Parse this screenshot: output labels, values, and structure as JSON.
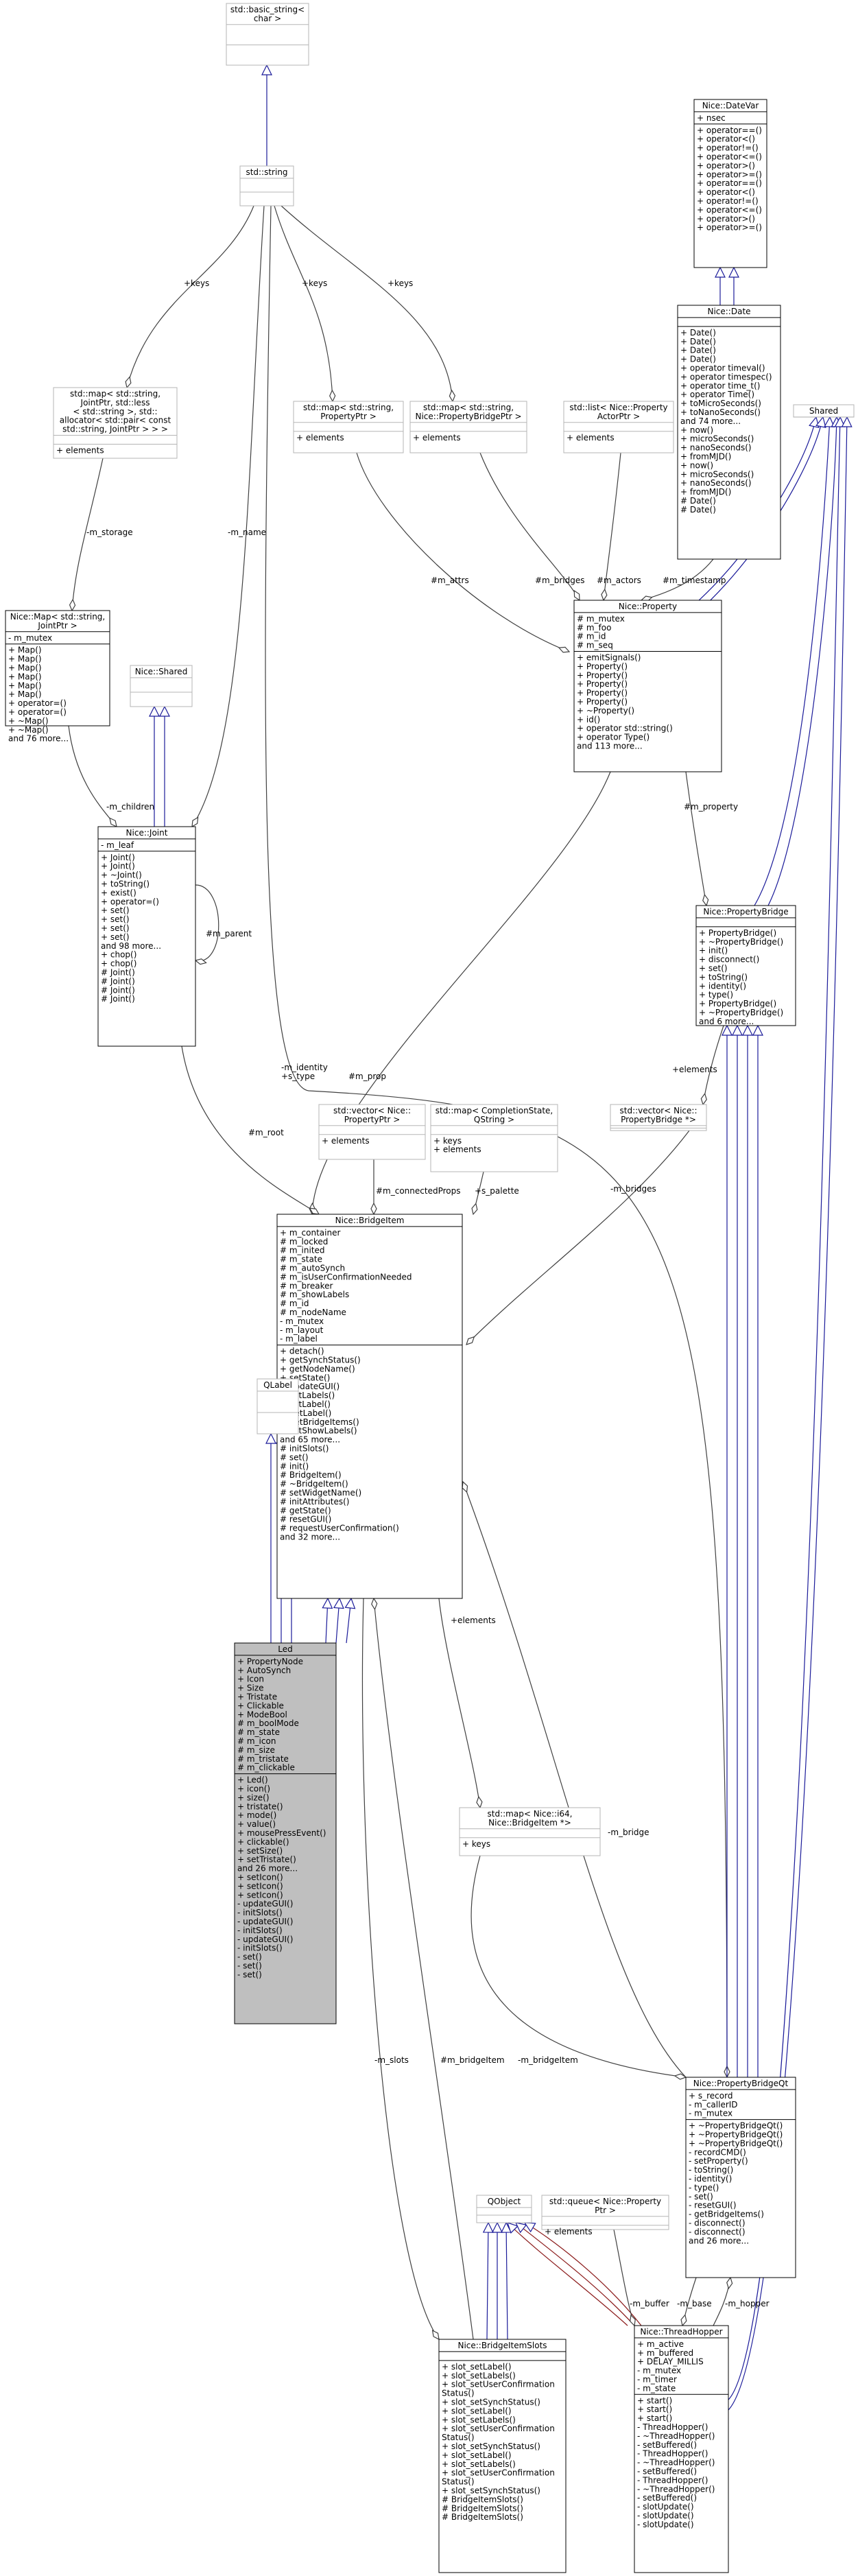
{
  "classes": {
    "basic_string": {
      "title": [
        "std::basic_string<",
        "char >"
      ],
      "attrs": [],
      "ops": []
    },
    "string": {
      "title": [
        "std::string"
      ],
      "attrs": [],
      "ops": []
    },
    "datevar": {
      "title": [
        "Nice::DateVar"
      ],
      "attrs": [
        "+ nsec"
      ],
      "ops": [
        "+ operator==()",
        "+ operator<()",
        "+ operator!=()",
        "+ operator<=()",
        "+ operator>()",
        "+ operator>=()",
        "+ operator==()",
        "+ operator<()",
        "+ operator!=()",
        "+ operator<=()",
        "+ operator>()",
        "+ operator>=()"
      ]
    },
    "date": {
      "title": [
        "Nice::Date"
      ],
      "attrs": [],
      "ops": [
        "+ Date()",
        "+ Date()",
        "+ Date()",
        "+ Date()",
        "+ operator timeval()",
        "+ operator timespec()",
        "+ operator time_t()",
        "+ operator Time()",
        "+ toMicroSeconds()",
        "+ toNanoSeconds()",
        "and 74 more...",
        "+ now()",
        "+ microSeconds()",
        "+ nanoSeconds()",
        "+ fromMJD()",
        "+ now()",
        "+ microSeconds()",
        "+ nanoSeconds()",
        "+ fromMJD()",
        "# Date()",
        "# Date()"
      ]
    },
    "shared_r": {
      "title": [
        "Shared"
      ],
      "attrs": [],
      "ops": []
    },
    "map_joint": {
      "title": [
        "std::map< std::string,",
        "JointPtr, std::less",
        "< std::string >, std::",
        "allocator< std::pair< const",
        "std::string, JointPtr > > >"
      ],
      "attrs": [],
      "ops": [
        "+ elements"
      ]
    },
    "map_prop": {
      "title": [
        "std::map< std::string,",
        "PropertyPtr >"
      ],
      "attrs": [],
      "ops": [
        "+ elements"
      ]
    },
    "map_bridge": {
      "title": [
        "std::map< std::string,",
        "Nice::PropertyBridgePtr >"
      ],
      "attrs": [],
      "ops": [
        "+ elements"
      ]
    },
    "list_actor": {
      "title": [
        "std::list< Nice::Property",
        "ActorPtr >"
      ],
      "attrs": [],
      "ops": [
        "+ elements"
      ]
    },
    "nicemap": {
      "title": [
        "Nice::Map< std::string,",
        "JointPtr >"
      ],
      "attrs": [
        "- m_mutex"
      ],
      "ops": [
        "+ Map()",
        "+ Map()",
        "+ Map()",
        "+ Map()",
        "+ Map()",
        "+ Map()",
        "+ operator=()",
        "+ operator=()",
        "+ ~Map()",
        "+ ~Map()",
        "and 76 more..."
      ]
    },
    "shared_l": {
      "title": [
        "Nice::Shared"
      ],
      "attrs": [],
      "ops": []
    },
    "property": {
      "title": [
        "Nice::Property"
      ],
      "attrs": [
        "# m_mutex",
        "# m_foo",
        "# m_id",
        "# m_seq"
      ],
      "ops": [
        "+ emitSignals()",
        "+ Property()",
        "+ Property()",
        "+ Property()",
        "+ Property()",
        "+ Property()",
        "+ ~Property()",
        "+ id()",
        "+ operator std::string()",
        "+ operator Type()",
        "and 113 more..."
      ]
    },
    "joint": {
      "title": [
        "Nice::Joint"
      ],
      "attrs": [
        "- m_leaf"
      ],
      "ops": [
        "+ Joint()",
        "+ Joint()",
        "+ ~Joint()",
        "+ toString()",
        "+ exist()",
        "+ operator=()",
        "+ set()",
        "+ set()",
        "+ set()",
        "+ set()",
        "and 98 more...",
        "+ chop()",
        "+ chop()",
        "# Joint()",
        "# Joint()",
        "# Joint()",
        "# Joint()"
      ]
    },
    "propbridge": {
      "title": [
        "Nice::PropertyBridge"
      ],
      "attrs": [],
      "ops": [
        "+ PropertyBridge()",
        "+ ~PropertyBridge()",
        "+ init()",
        "+ disconnect()",
        "+ set()",
        "+ toString()",
        "+ identity()",
        "+ type()",
        "+ PropertyBridge()",
        "+ ~PropertyBridge()",
        "and 6 more..."
      ]
    },
    "vec_prop": {
      "title": [
        "std::vector< Nice::",
        "PropertyPtr >"
      ],
      "attrs": [],
      "ops": [
        "+ elements"
      ]
    },
    "map_compl": {
      "title": [
        "std::map< CompletionState,",
        "QString >"
      ],
      "attrs": [],
      "ops": [
        "+ keys",
        "+ elements"
      ]
    },
    "vec_bridge": {
      "title": [
        "std::vector< Nice::",
        "PropertyBridge *>"
      ],
      "attrs": [],
      "ops": []
    },
    "bridgeitem": {
      "title": [
        "Nice::BridgeItem"
      ],
      "attrs": [
        "+ m_container",
        "# m_locked",
        "# m_inited",
        "# m_state",
        "# m_autoSynch",
        "# m_isUserConfirmationNeeded",
        "# m_breaker",
        "# m_showLabels",
        "# m_id",
        "# m_nodeName",
        "- m_mutex",
        "- m_layout",
        "- m_label"
      ],
      "ops": [
        "+ detach()",
        "+ getSynchStatus()",
        "+ getNodeName()",
        "+ setState()",
        "+ updateGUI()",
        "+ setLabels()",
        "+ setLabel()",
        "+ getLabel()",
        "+ getBridgeItems()",
        "+ setShowLabels()",
        "and 65 more...",
        "# initSlots()",
        "# set()",
        "# init()",
        "# BridgeItem()",
        "# ~BridgeItem()",
        "# setWidgetName()",
        "# initAttributes()",
        "# getState()",
        "# resetGUI()",
        "# requestUserConfirmation()",
        "and 32 more..."
      ]
    },
    "qlabel": {
      "title": [
        "QLabel"
      ],
      "attrs": [],
      "ops": []
    },
    "led": {
      "title": [
        "Led"
      ],
      "attrs": [
        "+ PropertyNode",
        "+ AutoSynch",
        "+ Icon",
        "+ Size",
        "+ Tristate",
        "+ Clickable",
        "+ ModeBool",
        "# m_boolMode",
        "# m_state",
        "# m_icon",
        "# m_size",
        "# m_tristate",
        "# m_clickable"
      ],
      "ops": [
        "+ Led()",
        "+ icon()",
        "+ size()",
        "+ tristate()",
        "+ mode()",
        "+ value()",
        "+ mousePressEvent()",
        "+ clickable()",
        "+ setSize()",
        "+ setTristate()",
        "and 26 more...",
        "+ setIcon()",
        "+ setIcon()",
        "+ setIcon()",
        "- updateGUI()",
        "- initSlots()",
        "- updateGUI()",
        "- initSlots()",
        "- updateGUI()",
        "- initSlots()",
        "- set()",
        "- set()",
        "- set()"
      ]
    },
    "map_int64": {
      "title": [
        "std::map< Nice::i64,",
        "Nice::BridgeItem *>"
      ],
      "attrs": [],
      "ops": [
        "+ keys"
      ]
    },
    "propbridgeqt": {
      "title": [
        "Nice::PropertyBridgeQt"
      ],
      "attrs": [
        "+ s_record",
        "- m_callerID",
        "- m_mutex"
      ],
      "ops": [
        "+ ~PropertyBridgeQt()",
        "+ ~PropertyBridgeQt()",
        "+ ~PropertyBridgeQt()",
        "- recordCMD()",
        "- setProperty()",
        "- toString()",
        "- identity()",
        "- type()",
        "- set()",
        "- resetGUI()",
        "- getBridgeItems()",
        "- disconnect()",
        "- disconnect()",
        "and 26 more..."
      ]
    },
    "qobject": {
      "title": [
        "QObject"
      ],
      "attrs": [],
      "ops": []
    },
    "queue": {
      "title": [
        "std::queue< Nice::Property",
        "Ptr >"
      ],
      "attrs": [],
      "ops": [
        "+ elements"
      ]
    },
    "slots": {
      "title": [
        "Nice::BridgeItemSlots"
      ],
      "attrs": [],
      "ops": [
        "+ slot_setLabel()",
        "+ slot_setLabels()",
        "+ slot_setUserConfirmation",
        "Status()",
        "+ slot_setSynchStatus()",
        "+ slot_setLabel()",
        "+ slot_setLabels()",
        "+ slot_setUserConfirmation",
        "Status()",
        "+ slot_setSynchStatus()",
        "+ slot_setLabel()",
        "+ slot_setLabels()",
        "+ slot_setUserConfirmation",
        "Status()",
        "+ slot_setSynchStatus()",
        "# BridgeItemSlots()",
        "# BridgeItemSlots()",
        "# BridgeItemSlots()"
      ]
    },
    "threadhopper": {
      "title": [
        "Nice::ThreadHopper"
      ],
      "attrs": [
        "+ m_active",
        "+ m_buffered",
        "+ DELAY_MILLIS",
        "- m_mutex",
        "- m_timer",
        "- m_state"
      ],
      "ops": [
        "+ start()",
        "+ start()",
        "+ start()",
        "- ThreadHopper()",
        "- ~ThreadHopper()",
        "- setBuffered()",
        "- ThreadHopper()",
        "- ~ThreadHopper()",
        "- setBuffered()",
        "- ThreadHopper()",
        "- ~ThreadHopper()",
        "- setBuffered()",
        "- slotUpdate()",
        "- slotUpdate()",
        "- slotUpdate()"
      ]
    }
  },
  "edge_labels": {
    "keys_a": "+keys",
    "keys_b": "+keys",
    "keys_c": "+keys",
    "m_storage": "-m_storage",
    "m_name": "-m_name",
    "m_children": "-m_children",
    "m_attrs": "#m_attrs",
    "m_bridges_p": "#m_bridges",
    "m_actors": "#m_actors",
    "m_timestamp": "#m_timestamp",
    "m_parent": "#m_parent",
    "m_property": "#m_property",
    "m_identity": "-m_identity",
    "s_type": "+s_type",
    "m_prop": "#m_prop",
    "elements_a": "+elements",
    "m_root": "#m_root",
    "m_connectedProps": "#m_connectedProps",
    "s_palette": "+s_palette",
    "m_bridges_b": "-m_bridges",
    "elements_b": "+elements",
    "m_bridge": "-m_bridge",
    "m_slots": "-m_slots",
    "m_bridgeItem_a": "#m_bridgeItem",
    "m_bridgeItem_b": "-m_bridgeItem",
    "m_buffer": "-m_buffer",
    "m_base": "-m_base",
    "m_hopper": "-m_hopper"
  }
}
